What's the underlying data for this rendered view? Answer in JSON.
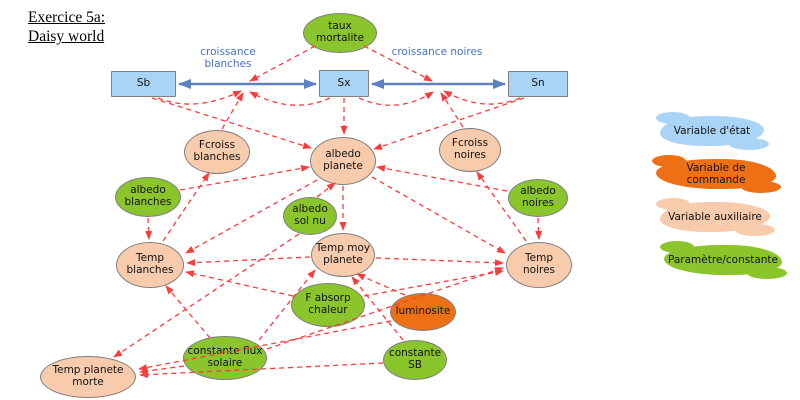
{
  "title": {
    "line1": "Exercice 5a:",
    "line2": "Daisy world"
  },
  "flow_labels": {
    "croissance_blanches": "croissance blanches",
    "croissance_noires": "croissance noires"
  },
  "nodes": [
    {
      "id": "taux-mortalite",
      "label": "taux mortalite",
      "type": "parameter"
    },
    {
      "id": "sb",
      "label": "Sb",
      "type": "state"
    },
    {
      "id": "sx",
      "label": "Sx",
      "type": "state"
    },
    {
      "id": "sn",
      "label": "Sn",
      "type": "state"
    },
    {
      "id": "fcroiss-blanches",
      "label": "Fcroiss blanches",
      "type": "auxiliary"
    },
    {
      "id": "albedo-planete",
      "label": "albedo planete",
      "type": "auxiliary"
    },
    {
      "id": "fcroiss-noires",
      "label": "Fcroiss noires",
      "type": "auxiliary"
    },
    {
      "id": "albedo-blanches",
      "label": "albedo blanches",
      "type": "parameter"
    },
    {
      "id": "albedo-sol-nu",
      "label": "albedo sol nu",
      "type": "parameter"
    },
    {
      "id": "albedo-noires",
      "label": "albedo noires",
      "type": "parameter"
    },
    {
      "id": "temp-blanches",
      "label": "Temp blanches",
      "type": "auxiliary"
    },
    {
      "id": "temp-moy-planete",
      "label": "Temp moy planete",
      "type": "auxiliary"
    },
    {
      "id": "temp-noires",
      "label": "Temp noires",
      "type": "auxiliary"
    },
    {
      "id": "f-absorp-chaleur",
      "label": "F absorp chaleur",
      "type": "parameter"
    },
    {
      "id": "luminosite",
      "label": "luminosite",
      "type": "command"
    },
    {
      "id": "constante-flux-solaire",
      "label": "constante flux solaire",
      "type": "parameter"
    },
    {
      "id": "constante-sb",
      "label": "constante SB",
      "type": "parameter"
    },
    {
      "id": "temp-planete-morte",
      "label": "Temp planete morte",
      "type": "auxiliary"
    }
  ],
  "flows": [
    {
      "from": "sb",
      "to": "sx",
      "label": "croissance blanches"
    },
    {
      "from": "sx",
      "to": "sn",
      "label": "croissance noires"
    }
  ],
  "edges": [
    {
      "from": "taux-mortalite",
      "to": "croissance-blanches"
    },
    {
      "from": "taux-mortalite",
      "to": "croissance-noires"
    },
    {
      "from": "sb",
      "to": "croissance-blanches"
    },
    {
      "from": "sx",
      "to": "croissance-blanches"
    },
    {
      "from": "sx",
      "to": "croissance-noires"
    },
    {
      "from": "sn",
      "to": "croissance-noires"
    },
    {
      "from": "fcroiss-blanches",
      "to": "croissance-blanches"
    },
    {
      "from": "fcroiss-noires",
      "to": "croissance-noires"
    },
    {
      "from": "sb",
      "to": "albedo-planete"
    },
    {
      "from": "sx",
      "to": "albedo-planete"
    },
    {
      "from": "sn",
      "to": "albedo-planete"
    },
    {
      "from": "albedo-blanches",
      "to": "albedo-planete"
    },
    {
      "from": "albedo-noires",
      "to": "albedo-planete"
    },
    {
      "from": "albedo-sol-nu",
      "to": "albedo-planete"
    },
    {
      "from": "temp-blanches",
      "to": "fcroiss-blanches"
    },
    {
      "from": "temp-noires",
      "to": "fcroiss-noires"
    },
    {
      "from": "albedo-blanches",
      "to": "temp-blanches"
    },
    {
      "from": "albedo-planete",
      "to": "temp-blanches"
    },
    {
      "from": "temp-moy-planete",
      "to": "temp-blanches"
    },
    {
      "from": "f-absorp-chaleur",
      "to": "temp-blanches"
    },
    {
      "from": "constante-flux-solaire",
      "to": "temp-blanches"
    },
    {
      "from": "albedo-noires",
      "to": "temp-noires"
    },
    {
      "from": "albedo-planete",
      "to": "temp-noires"
    },
    {
      "from": "temp-moy-planete",
      "to": "temp-noires"
    },
    {
      "from": "f-absorp-chaleur",
      "to": "temp-noires"
    },
    {
      "from": "constante-flux-solaire",
      "to": "temp-noires"
    },
    {
      "from": "albedo-planete",
      "to": "temp-moy-planete"
    },
    {
      "from": "luminosite",
      "to": "temp-moy-planete"
    },
    {
      "from": "constante-sb",
      "to": "temp-moy-planete"
    },
    {
      "from": "constante-flux-solaire",
      "to": "temp-moy-planete"
    },
    {
      "from": "luminosite",
      "to": "temp-planete-morte"
    },
    {
      "from": "constante-sb",
      "to": "temp-planete-morte"
    },
    {
      "from": "constante-flux-solaire",
      "to": "temp-planete-morte"
    },
    {
      "from": "albedo-sol-nu",
      "to": "temp-planete-morte"
    }
  ],
  "legend": {
    "items": [
      {
        "label": "Variable d'état",
        "color": "#aad4f5"
      },
      {
        "label": "Variable de commande",
        "color": "#ee7015"
      },
      {
        "label": "Variable auxiliaire",
        "color": "#f8cbad"
      },
      {
        "label": "Paramètre/constante",
        "color": "#8bc52c"
      }
    ]
  },
  "colors": {
    "state": "#aad4f5",
    "command": "#ee7015",
    "auxiliary": "#f8cbad",
    "parameter": "#8bc52c",
    "influence_edge": "#fa3c3c",
    "flow_arrow": "#5e81c2",
    "flow_label": "#4472c4",
    "node_border": "#7f7f7f"
  }
}
